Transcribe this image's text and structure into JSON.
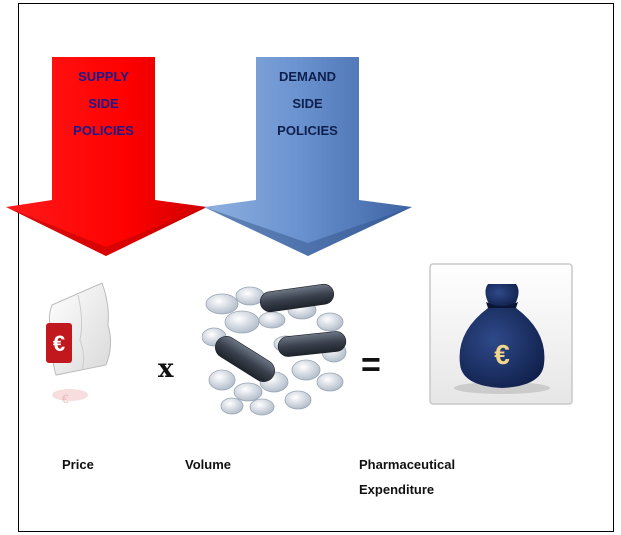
{
  "arrows": {
    "supply": {
      "label": "SUPPLY\nSIDE\nPOLICIES",
      "color": "#ff0000",
      "text_color": "#1a1a8c"
    },
    "demand": {
      "label": "DEMAND\nSIDE\nPOLICIES",
      "color": "#5b86c8",
      "text_color": "#0f1f4d"
    }
  },
  "operators": {
    "multiply": "x",
    "equals": "="
  },
  "captions": {
    "price": "Price",
    "volume": "Volume",
    "expenditure_line1": "Pharmaceutical",
    "expenditure_line2": "Expenditure"
  },
  "icons": {
    "price": "euro-price-tag-icon",
    "volume": "pills-icon",
    "expenditure": "euro-money-bag-icon"
  },
  "currency_symbol": "€"
}
